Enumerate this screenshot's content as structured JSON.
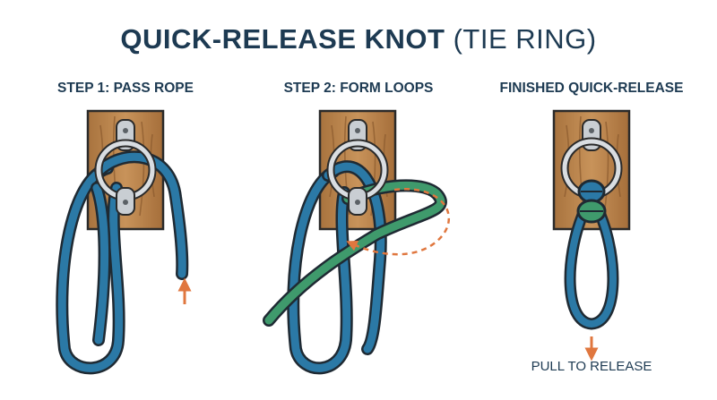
{
  "title": {
    "bold": "QUICK-RELEASE KNOT",
    "light": "(TIE RING)"
  },
  "steps": [
    {
      "label": "STEP 1: PASS ROPE"
    },
    {
      "label": "STEP 2: FORM LOOPS"
    },
    {
      "label": "FINISHED QUICK-RELEASE"
    }
  ],
  "release_label": "PULL TO RELEASE",
  "colors": {
    "title": "#1d3a52",
    "wood": "#c58f55",
    "rope_blue": "#2b79a6",
    "rope_green": "#3f9a6c",
    "arrow": "#e0773f",
    "metal": "#c9ced3"
  },
  "icons": [
    "tie-ring-icon",
    "wooden-post-icon",
    "rope-icon",
    "direction-arrow-icon"
  ]
}
